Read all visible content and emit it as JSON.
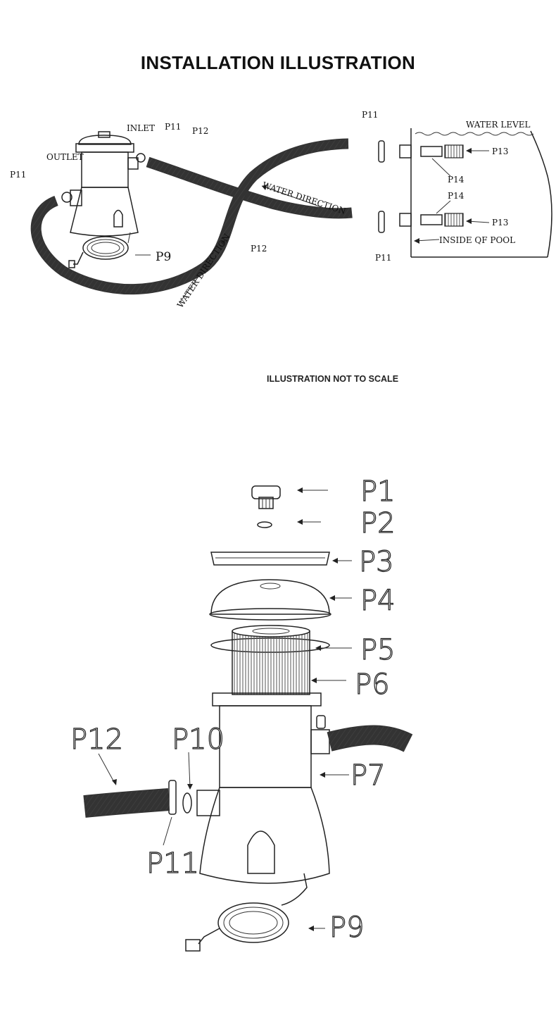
{
  "title": "INSTALLATION ILLUSTRATION",
  "note": "ILLUSTRATION NOT TO SCALE",
  "top_diagram": {
    "labels": {
      "inlet": "INLET",
      "outlet": "OUTLET",
      "p11_a": "P11",
      "p11_b": "P11",
      "p12_a": "P12",
      "p12_b": "P12",
      "p9": "P9",
      "water_dir_1": "WATER DIRECTION",
      "water_dir_2": "WATER DIRECTION",
      "p11_c": "P11",
      "p11_d": "P11",
      "water_level": "WATER LEVEL",
      "p13_a": "P13",
      "p13_b": "P13",
      "p14_a": "P14",
      "p14_b": "P14",
      "inside_pool": "INSIDE QF POOL"
    }
  },
  "exploded_diagram": {
    "labels": {
      "p1": "P1",
      "p2": "P2",
      "p3": "P3",
      "p4": "P4",
      "p5": "P5",
      "p6": "P6",
      "p7": "P7",
      "p9": "P9",
      "p10": "P10",
      "p11": "P11",
      "p12": "P12"
    }
  }
}
